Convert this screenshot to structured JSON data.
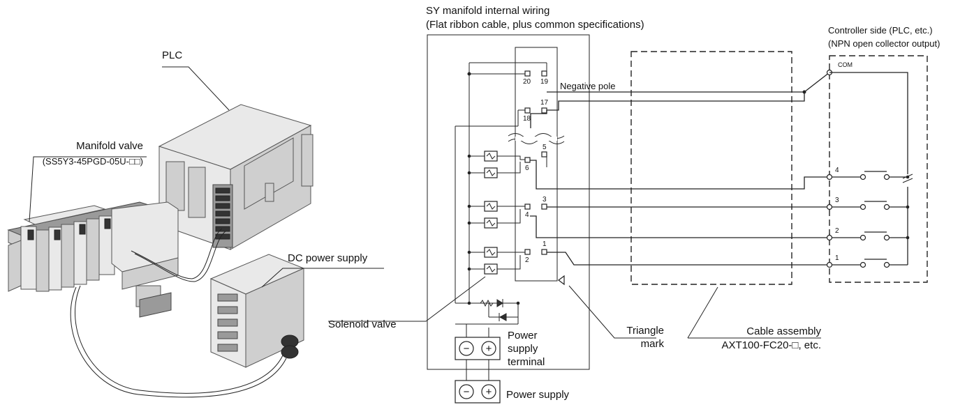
{
  "labels": {
    "plc": "PLC",
    "manifold_valve": "Manifold valve",
    "manifold_model": "(SS5Y3-45PGD-05U-□□)",
    "dc_power_supply": "DC power supply",
    "wiring_title_line1": "SY manifold internal wiring",
    "wiring_title_line2": "(Flat ribbon cable, plus common specifications)",
    "controller_line1": "Controller side (PLC, etc.)",
    "controller_line2": "(NPN open collector output)",
    "com": "COM",
    "negative_pole": "Negative pole",
    "solenoid_valve": "Solenoid valve",
    "power_supply_terminal_line1": "Power",
    "power_supply_terminal_line2": "supply",
    "power_supply_terminal_line3": "terminal",
    "power_supply": "Power supply",
    "triangle_mark_line1": "Triangle",
    "triangle_mark_line2": "mark",
    "cable_assembly_line1": "Cable assembly",
    "cable_assembly_line2": "AXT100-FC20-□, etc.",
    "minus_sign": "−",
    "plus_sign": "+"
  },
  "connector_pins": {
    "p20": "20",
    "p19": "19",
    "p18": "18",
    "p17": "17",
    "p6": "6",
    "p5": "5",
    "p4": "4",
    "p3": "3",
    "p2": "2",
    "p1": "1"
  },
  "controller_outputs": {
    "o4": "4",
    "o3": "3",
    "o2": "2",
    "o1": "1"
  }
}
